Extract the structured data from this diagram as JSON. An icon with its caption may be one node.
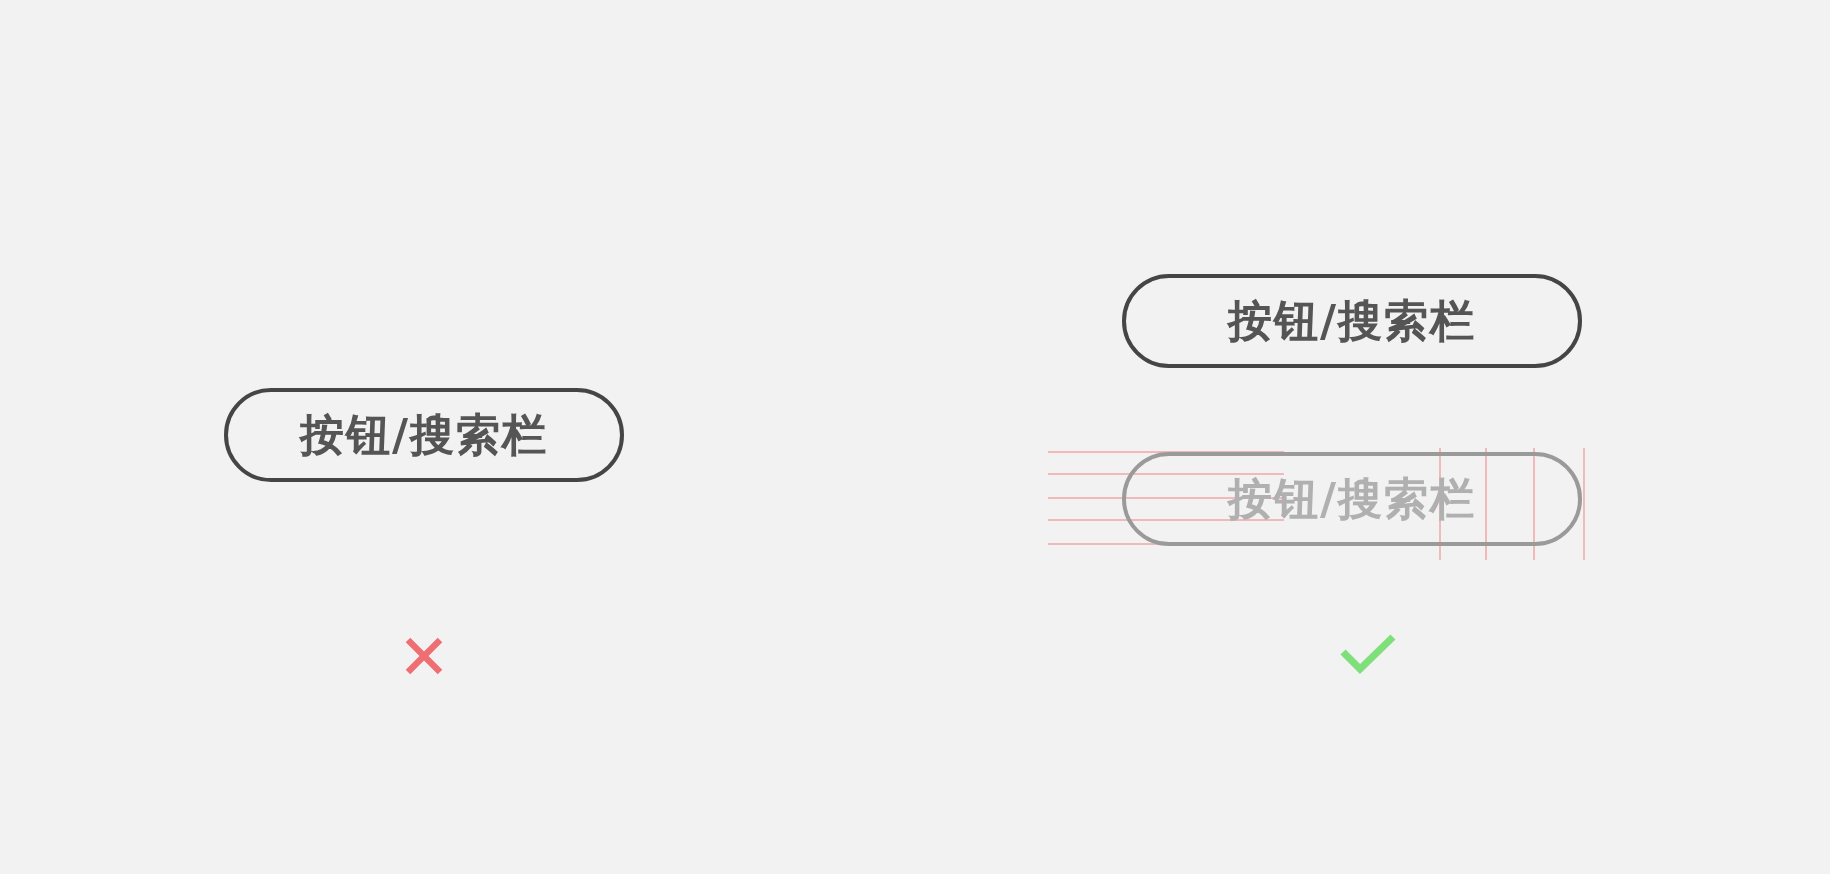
{
  "diagram": {
    "nodes": [
      {
        "text": [
          "按钮/搜索栏"
        ]
      },
      {
        "text": [
          "按钮/搜索栏"
        ]
      },
      {
        "text": [
          "按钮/搜索栏"
        ]
      }
    ]
  }
}
